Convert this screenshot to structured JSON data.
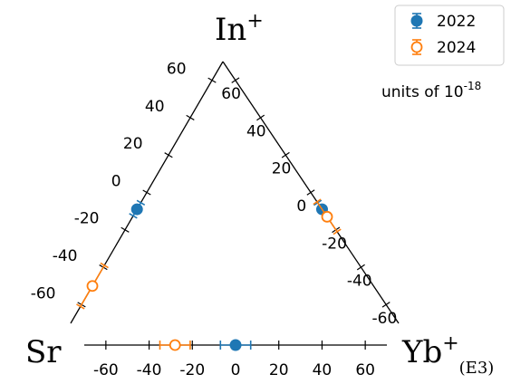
{
  "chart_data": {
    "type": "scatter",
    "units_annotation": {
      "prefix": "units of 10",
      "exponent": "-18"
    },
    "vertices": {
      "top": {
        "base": "In",
        "sup": "+",
        "sub": ""
      },
      "left": {
        "base": "Sr",
        "sup": "",
        "sub": ""
      },
      "right": {
        "base": "Yb",
        "sup": "+",
        "sub": "(E3)"
      }
    },
    "axes": [
      {
        "name": "Sr–In+ edge",
        "tick_values": [
          -60,
          -40,
          -20,
          0,
          20,
          40,
          60
        ],
        "tick_labels": [
          "-60",
          "-40",
          "-20",
          "0",
          "20",
          "40",
          "60"
        ],
        "range": [
          -70,
          70
        ]
      },
      {
        "name": "In+–Yb+(E3) edge",
        "tick_values": [
          60,
          40,
          20,
          0,
          -20,
          -40,
          -60
        ],
        "tick_labels": [
          "60",
          "40",
          "20",
          "0",
          "-20",
          "-40",
          "-60"
        ],
        "range": [
          70,
          -70
        ]
      },
      {
        "name": "Sr–Yb+(E3) edge",
        "tick_values": [
          -60,
          -40,
          -20,
          0,
          20,
          40,
          60
        ],
        "tick_labels": [
          "-60",
          "-40",
          "-20",
          "0",
          "20",
          "40",
          "60"
        ],
        "range": [
          -70,
          70
        ]
      }
    ],
    "series": [
      {
        "name": "2022",
        "color": "#1f77b4",
        "marker": "filled-circle",
        "points": [
          {
            "axis": 0,
            "value": -9,
            "err": 3.5
          },
          {
            "axis": 1,
            "value": -9,
            "err": 3.5
          },
          {
            "axis": 2,
            "value": 0,
            "err": 7
          }
        ]
      },
      {
        "name": "2024",
        "color": "#ff7f0e",
        "marker": "open-circle",
        "points": [
          {
            "axis": 0,
            "value": -50,
            "err": 11
          },
          {
            "axis": 1,
            "value": -13,
            "err": 8
          },
          {
            "axis": 2,
            "value": -28,
            "err": 7
          }
        ]
      }
    ],
    "legend": {
      "placement": "top-right"
    },
    "grid": false
  }
}
